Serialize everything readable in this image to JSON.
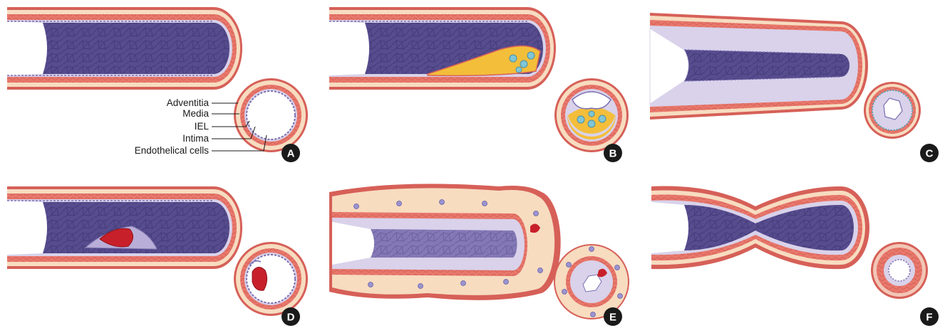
{
  "labels": {
    "adventitia": "Adventitia",
    "media": "Media",
    "iel": "IEL",
    "intima": "Intima",
    "endothelial": "Endothelical cells"
  },
  "panels": [
    {
      "id": "A"
    },
    {
      "id": "B"
    },
    {
      "id": "C"
    },
    {
      "id": "D"
    },
    {
      "id": "E"
    },
    {
      "id": "F"
    }
  ],
  "colors": {
    "adventitia": "#f7dcc0",
    "media": "#e8776b",
    "outer": "#d66058",
    "intima": "#d9d2ea",
    "lumen": "#564c8e",
    "plaque": "#f3be3a",
    "thrombus": "#c8202a",
    "badge": "#1a1a1a"
  }
}
